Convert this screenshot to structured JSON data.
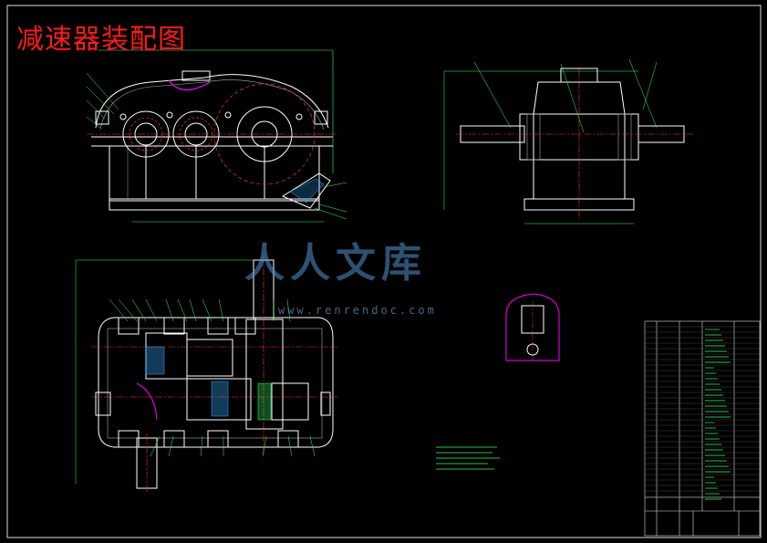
{
  "drawing": {
    "title": "减速器装配图",
    "watermark": {
      "text": "人人文库",
      "url": "www.renrendoc.com"
    },
    "colors": {
      "background": "#000000",
      "title": "#ff1a1a",
      "outline": "#ffffff",
      "dimension": "#33ff66",
      "centerline": "#ff3333",
      "highlight": "#ff00ff",
      "leader": "#33ff66",
      "section_fill": "#33aaff"
    },
    "views": [
      "front-view",
      "side-view",
      "top-section-view",
      "detail-view"
    ]
  }
}
